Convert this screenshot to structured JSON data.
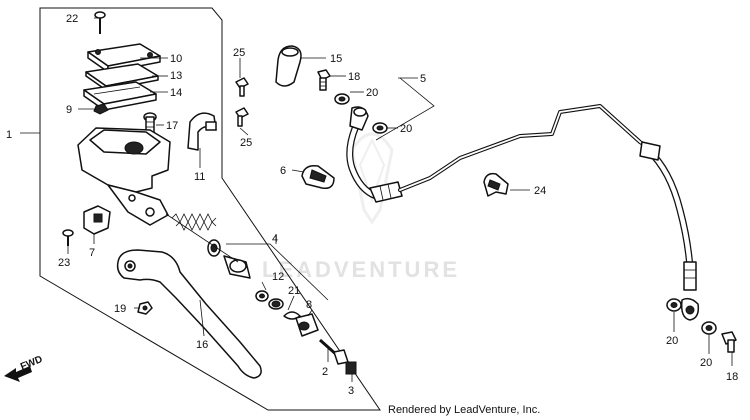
{
  "watermark": "LEADVENTURE",
  "footer_credit": "Rendered by LeadVenture, Inc.",
  "direction_label": "FWD",
  "callouts": [
    "1",
    "2",
    "3",
    "4",
    "5",
    "6",
    "7",
    "8",
    "9",
    "10",
    "11",
    "12",
    "13",
    "14",
    "15",
    "16",
    "17",
    "18",
    "19",
    "20",
    "20",
    "20",
    "20",
    "21",
    "22",
    "23",
    "24",
    "25",
    "25"
  ]
}
